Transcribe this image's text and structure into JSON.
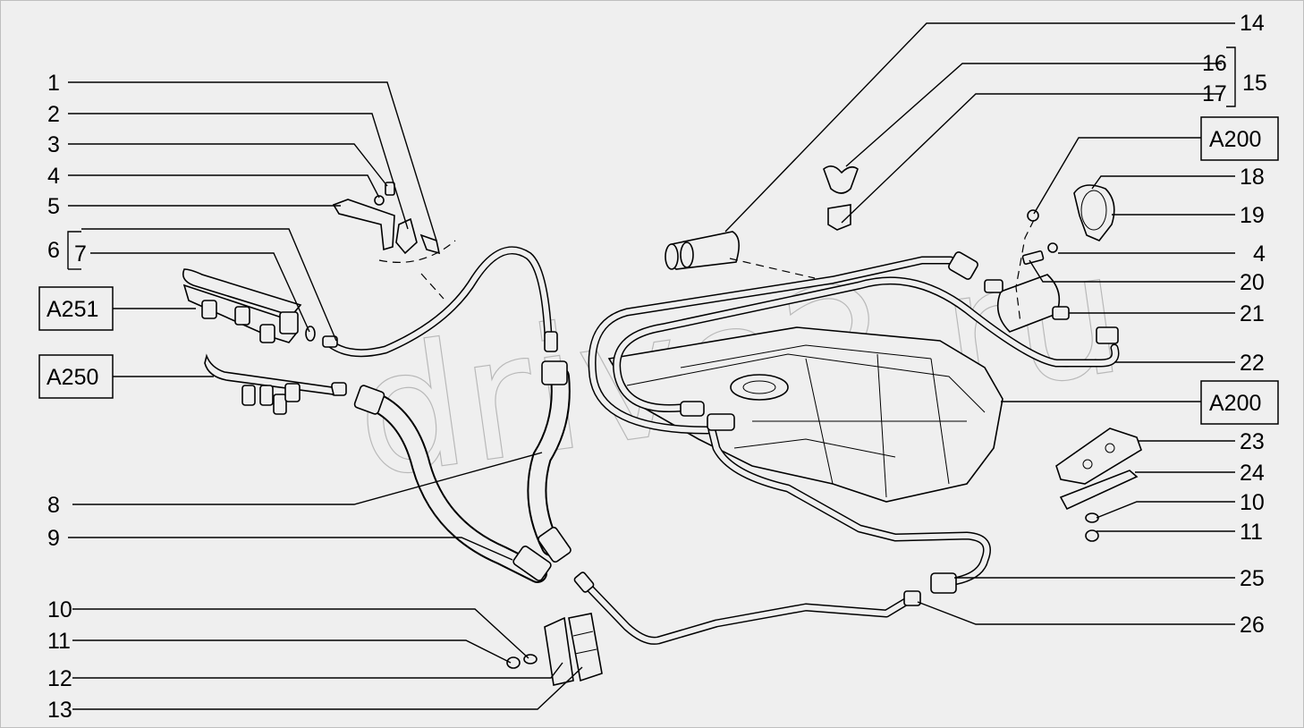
{
  "watermark": "drive2.ru",
  "callouts_left": [
    "1",
    "2",
    "3",
    "4",
    "5",
    "6",
    "7",
    "8",
    "9",
    "10",
    "11",
    "12",
    "13"
  ],
  "callouts_right": [
    "14",
    "16",
    "17",
    "15",
    "18",
    "19",
    "4",
    "20",
    "21",
    "22",
    "23",
    "24",
    "10",
    "11",
    "25",
    "26"
  ],
  "ref_boxes": [
    "A251",
    "A250",
    "A200",
    "A200"
  ]
}
